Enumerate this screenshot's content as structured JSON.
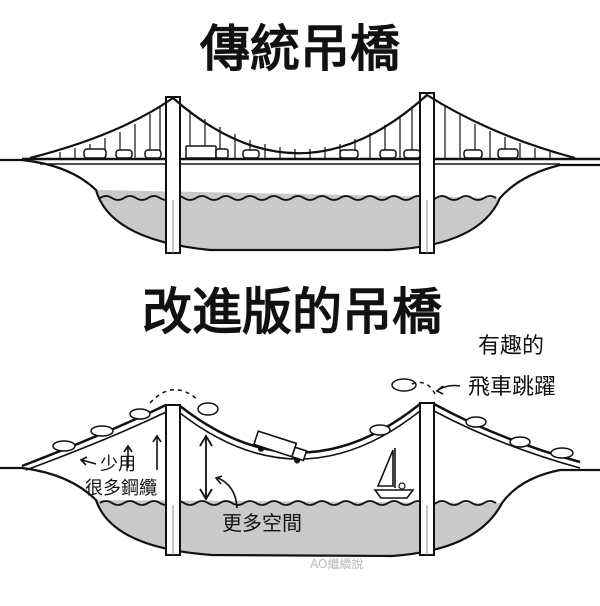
{
  "top": {
    "title": "傳統吊橋"
  },
  "bottom": {
    "title": "改進版的吊橋",
    "annotations": {
      "fun_line1": "有趣的",
      "fun_line2": "飛車跳躍",
      "cables_line1": "少用",
      "cables_line2": "很多鋼纜",
      "space": "更多空間"
    }
  },
  "watermark": "AO繼續說",
  "colors": {
    "ink": "#111111",
    "water": "#c9c9c9",
    "background": "#ffffff"
  }
}
